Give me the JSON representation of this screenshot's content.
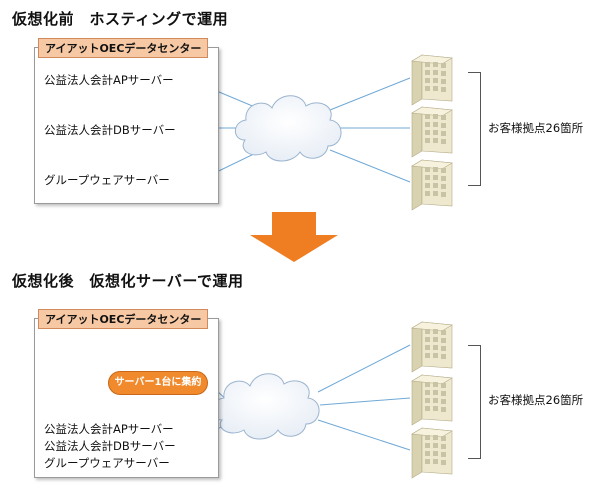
{
  "before": {
    "title": "仮想化前　ホスティングで運用",
    "datacenter_label": "アイアットOECデータセンター",
    "servers": [
      "公益法人会計APサーバー",
      "公益法人会計DBサーバー",
      "グループウェアサーバー"
    ],
    "sites_label": "お客様拠点26箇所"
  },
  "after": {
    "title": "仮想化後　仮想化サーバーで運用",
    "datacenter_label": "アイアットOECデータセンター",
    "badge": "サーバー1台に集約",
    "servers": [
      "公益法人会計APサーバー",
      "公益法人会計DBサーバー",
      "グループウェアサーバー"
    ],
    "sites_label": "お客様拠点26箇所"
  },
  "colors": {
    "arrow": "#ef7d22",
    "label_bg": "#f6c8a4",
    "badge": "#f08a2c",
    "building": "#e9e3c8",
    "line": "#6fa8d6"
  }
}
